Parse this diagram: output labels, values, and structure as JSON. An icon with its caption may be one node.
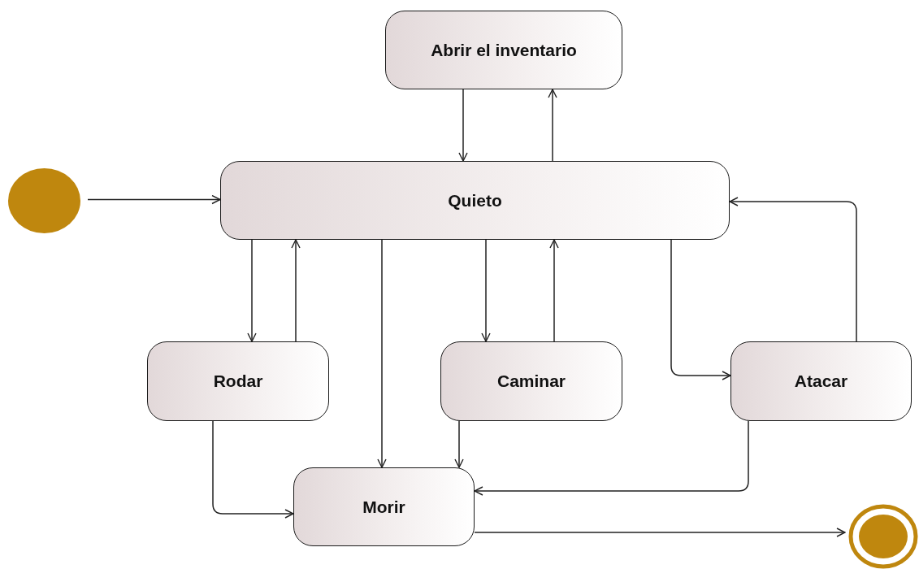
{
  "diagram": {
    "nodes": [
      {
        "text": [],
        "shape": "circle"
      },
      {
        "text": [
          "Abrir el inventario"
        ]
      },
      {
        "text": [
          "Quieto"
        ]
      },
      {
        "text": [
          "Rodar"
        ]
      },
      {
        "text": [
          "Caminar"
        ]
      },
      {
        "text": [
          "Atacar"
        ]
      },
      {
        "text": [
          "Morir"
        ]
      },
      {
        "text": [],
        "shape": "bullseye"
      }
    ],
    "edges": [
      {
        "from": 0,
        "to": 2,
        "arrow": "to"
      },
      {
        "from": 1,
        "to": 2,
        "arrow": "to"
      },
      {
        "from": 2,
        "to": 1,
        "arrow": "to"
      },
      {
        "from": 2,
        "to": 3,
        "arrow": "to"
      },
      {
        "from": 3,
        "to": 2,
        "arrow": "to"
      },
      {
        "from": 2,
        "to": 6,
        "arrow": "to"
      },
      {
        "from": 2,
        "to": 4,
        "arrow": "to"
      },
      {
        "from": 4,
        "to": 2,
        "arrow": "to"
      },
      {
        "from": 2,
        "to": 5,
        "arrow": "to"
      },
      {
        "from": 5,
        "to": 2,
        "arrow": "to"
      },
      {
        "from": 3,
        "to": 6,
        "arrow": "to"
      },
      {
        "from": 4,
        "to": 6,
        "arrow": "to"
      },
      {
        "from": 5,
        "to": 6,
        "arrow": "to"
      },
      {
        "from": 6,
        "to": 7,
        "arrow": "to"
      }
    ]
  }
}
